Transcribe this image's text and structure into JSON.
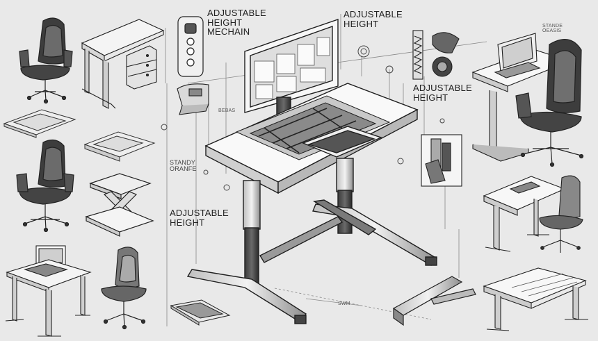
{
  "labels": {
    "adjustable_height_mechain": "ADJUSTABLE\nHEIGHT\nMECHAIN",
    "adjustable_height_top": "ADJUSTABLE\nHEIGHT",
    "adjustable_height_right": "ADJUSTABLE\nHEIGHT",
    "adjustable_height_left": "ADJUSTABLE\nHEIGHT",
    "standy_orange": "STANDY\nORANFE",
    "stande_oeasis": "STANDE\nOEASIS",
    "sw": "SWM",
    "small_top": "BEBAS"
  }
}
